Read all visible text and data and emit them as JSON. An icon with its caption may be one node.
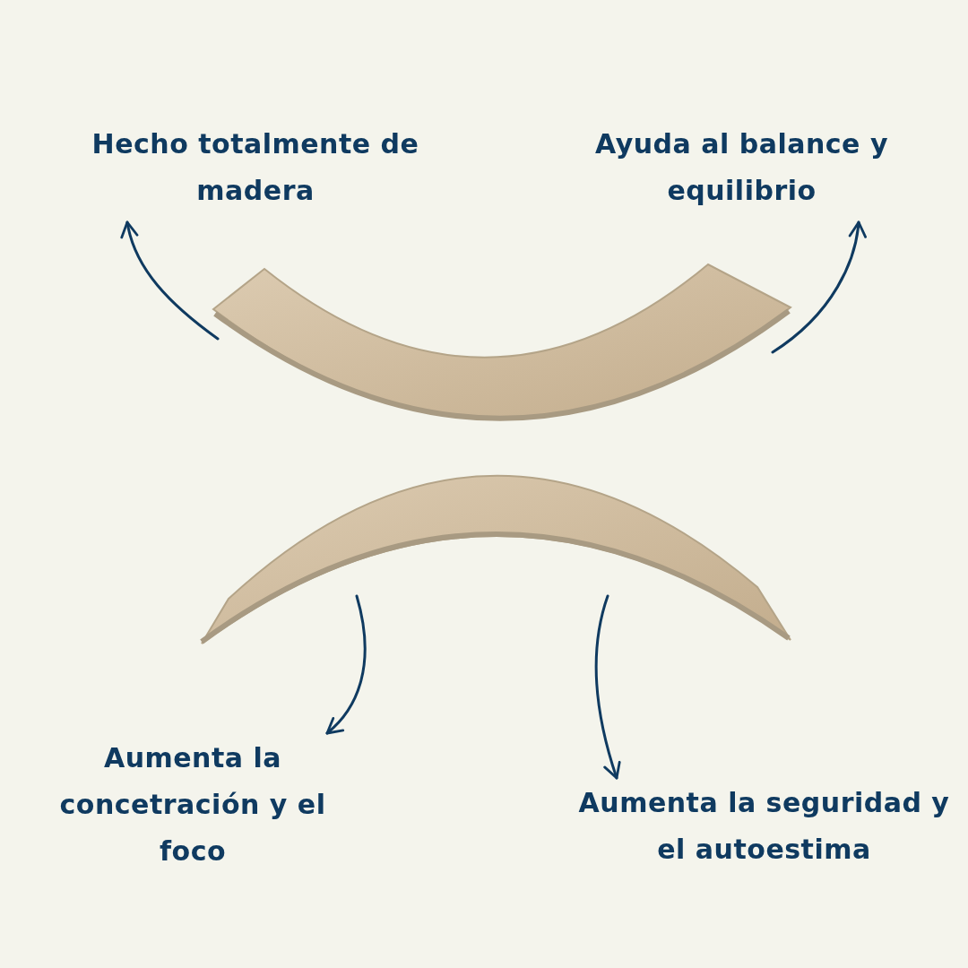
{
  "diagram": {
    "nodes": [
      {
        "text": [
          "Hecho totalmente de madera"
        ]
      },
      {
        "text": [
          "Ayuda al balance y equilibrio"
        ]
      },
      {
        "text": [],
        "shape": "picture"
      },
      {
        "text": [],
        "shape": "picture"
      },
      {
        "text": [
          "Aumenta la concetración y el foco"
        ]
      },
      {
        "text": [
          "Aumenta la seguridad y el autoestima"
        ]
      }
    ],
    "edges": [
      {
        "from": 2,
        "to": 0,
        "arrow": "to"
      },
      {
        "from": 2,
        "to": 1,
        "arrow": "to"
      },
      {
        "from": 3,
        "to": 4,
        "arrow": "to"
      },
      {
        "from": 3,
        "to": 5,
        "arrow": "to"
      }
    ]
  }
}
